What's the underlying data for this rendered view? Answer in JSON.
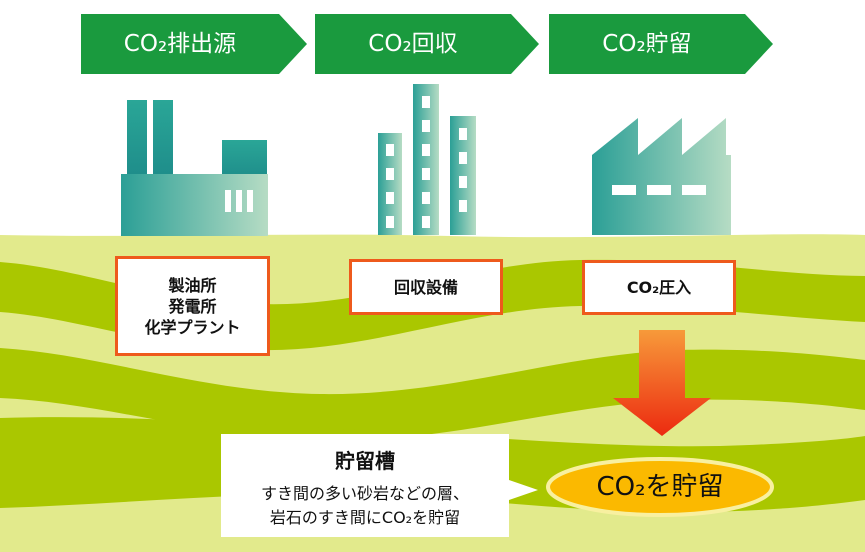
{
  "steps": {
    "source": "CO₂排出源",
    "capture": "CO₂回収",
    "storage": "CO₂貯留"
  },
  "boxes": {
    "source_lines": [
      "製油所",
      "発電所",
      "化学プラント"
    ],
    "capture": "回収設備",
    "injection": "CO₂圧入"
  },
  "reservoir": {
    "title": "貯留槽",
    "line1": "すき間の多い砂岩などの層、",
    "line2": "岩石のすき間にCO₂を貯留"
  },
  "storage_label": "CO₂を貯留",
  "colors": {
    "arrow_green": "#1a9a3e",
    "ground_light": "#e2ea8c",
    "ground_band": "#aac700",
    "box_border": "#ee5a1c",
    "down_arrow": "#f23a10",
    "oval_fill": "#fbb900",
    "oval_stroke": "#f8f0a0"
  }
}
